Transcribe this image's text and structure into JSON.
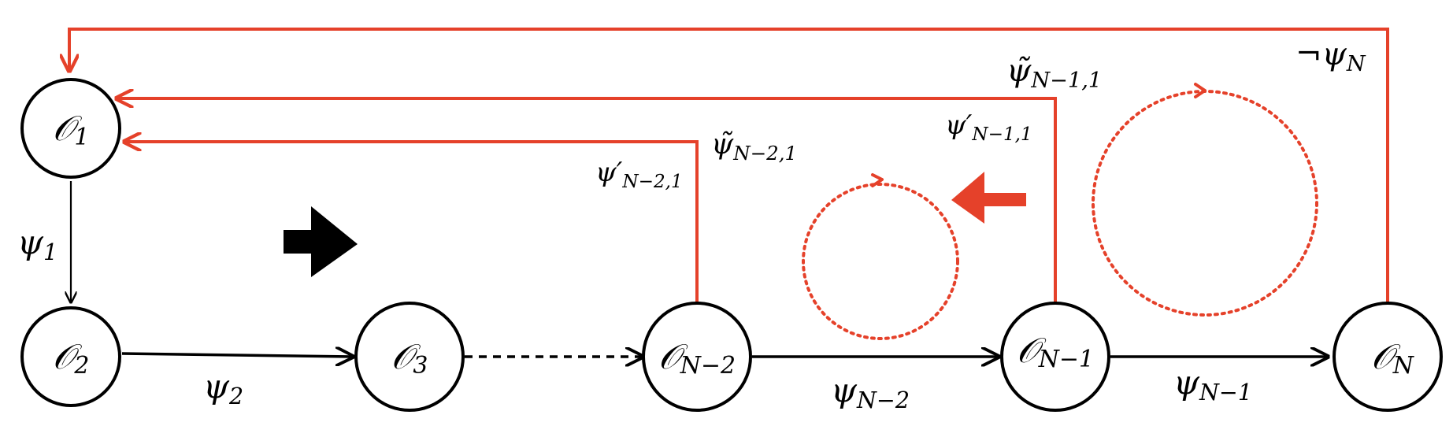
{
  "nodes": {
    "o1": {
      "base": "𝒪",
      "sub": "1"
    },
    "o2": {
      "base": "𝒪",
      "sub": "2"
    },
    "o3": {
      "base": "𝒪",
      "sub": "3"
    },
    "oN2": {
      "base": "𝒪",
      "sub": "N−2"
    },
    "oN1": {
      "base": "𝒪",
      "sub": "N−1"
    },
    "oN": {
      "base": "𝒪",
      "sub": "N"
    }
  },
  "edge_labels": {
    "psi1": {
      "base": "ψ",
      "sub": "1"
    },
    "psi2": {
      "base": "ψ",
      "sub": "2"
    },
    "psiN2": {
      "base": "ψ",
      "sub": "N−2"
    },
    "psiN1": {
      "base": "ψ",
      "sub": "N−1"
    },
    "notPsiN": {
      "base": "¬ψ",
      "sub": "N"
    },
    "tildeN11": {
      "base": "ψ̃",
      "sub": "N−1,1"
    },
    "primeN11": {
      "base": "ψ′",
      "sub": "N−1,1"
    },
    "tildeN21": {
      "base": "ψ̃",
      "sub": "N−2,1"
    },
    "primeN21": {
      "base": "ψ′",
      "sub": "N−2,1"
    }
  },
  "colors": {
    "accent": "#e5412a",
    "ink": "#000000"
  },
  "icons": {
    "forward_arrow": "black-right-arrow-icon",
    "backward_arrow": "red-left-arrow-icon",
    "loop": "dotted-circular-arrow-icon"
  }
}
